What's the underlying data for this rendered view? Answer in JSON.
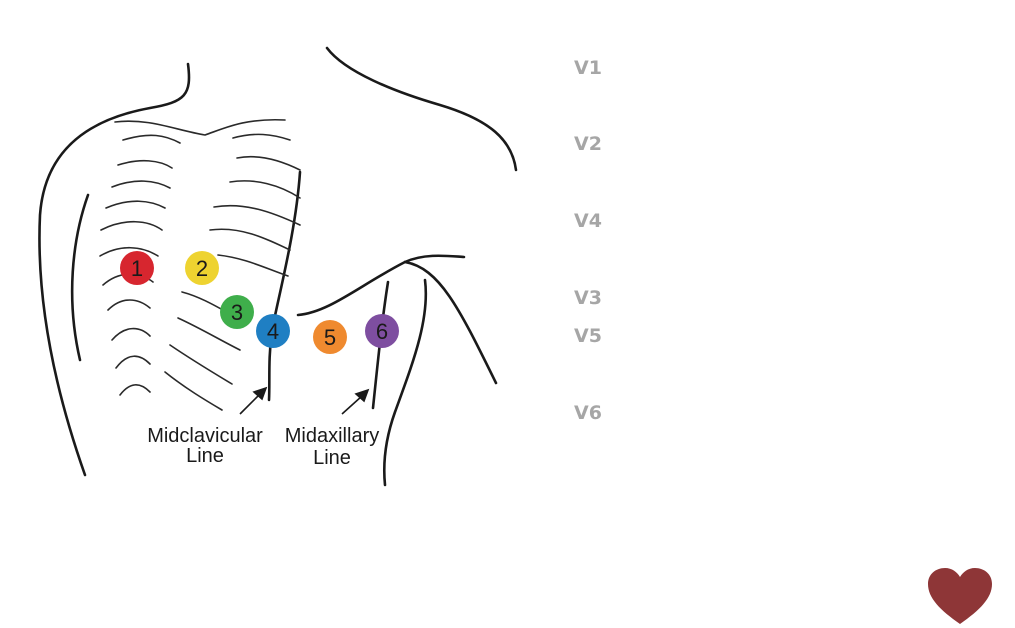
{
  "diagram": {
    "electrodes": [
      {
        "label": "1",
        "color": "#d7262f"
      },
      {
        "label": "2",
        "color": "#eed330"
      },
      {
        "label": "3",
        "color": "#3fae4b"
      },
      {
        "label": "4",
        "color": "#1f7fc3"
      },
      {
        "label": "5",
        "color": "#ef8a2f"
      },
      {
        "label": "6",
        "color": "#7e4ea0"
      }
    ],
    "annotations": {
      "midclavicular_line1": "Midclavicular",
      "midclavicular_line2": "Line",
      "midaxillary_line1": "Midaxillary",
      "midaxillary_line2": "Line"
    }
  },
  "lead_labels": [
    "V1",
    "V2",
    "V4",
    "V3",
    "V5",
    "V6"
  ],
  "colors": {
    "label_gray": "#a6a6a6",
    "heart": "#8e3637",
    "outline": "#1a1a1a"
  },
  "icons": {
    "heart": "heart-icon"
  }
}
